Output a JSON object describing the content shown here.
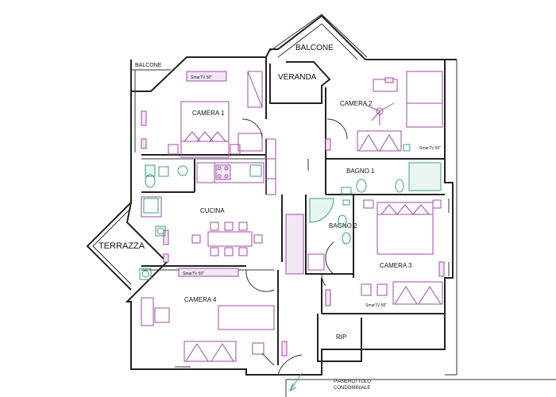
{
  "rooms": {
    "balcone_left": "BALCONE",
    "balcone_top": "BALCONE",
    "veranda": "VERANDA",
    "camera1": "CAMERA 1",
    "camera2": "CAMERA 2",
    "camera3": "CAMERA 3",
    "camera4": "CAMERA 4",
    "bagno1": "BAGNO 1",
    "bagno2": "BAGNO 2",
    "cucina": "CUCINA",
    "terrazza": "TERRAZZA",
    "rip": "RIP",
    "pianerottolo_line1": "PIANEROTTOLO",
    "pianerottolo_line2": "CONDOMINIALE"
  },
  "tv_labels": {
    "camera1": "SmarTV 50\"",
    "camera2": "SmarTV 50\"",
    "camera3": "SmarTV 50\"",
    "camera4": "SmarTV 50\""
  },
  "colors": {
    "walls": "#222222",
    "furniture": "#a04aa8",
    "fixtures": "#3aa07a"
  }
}
